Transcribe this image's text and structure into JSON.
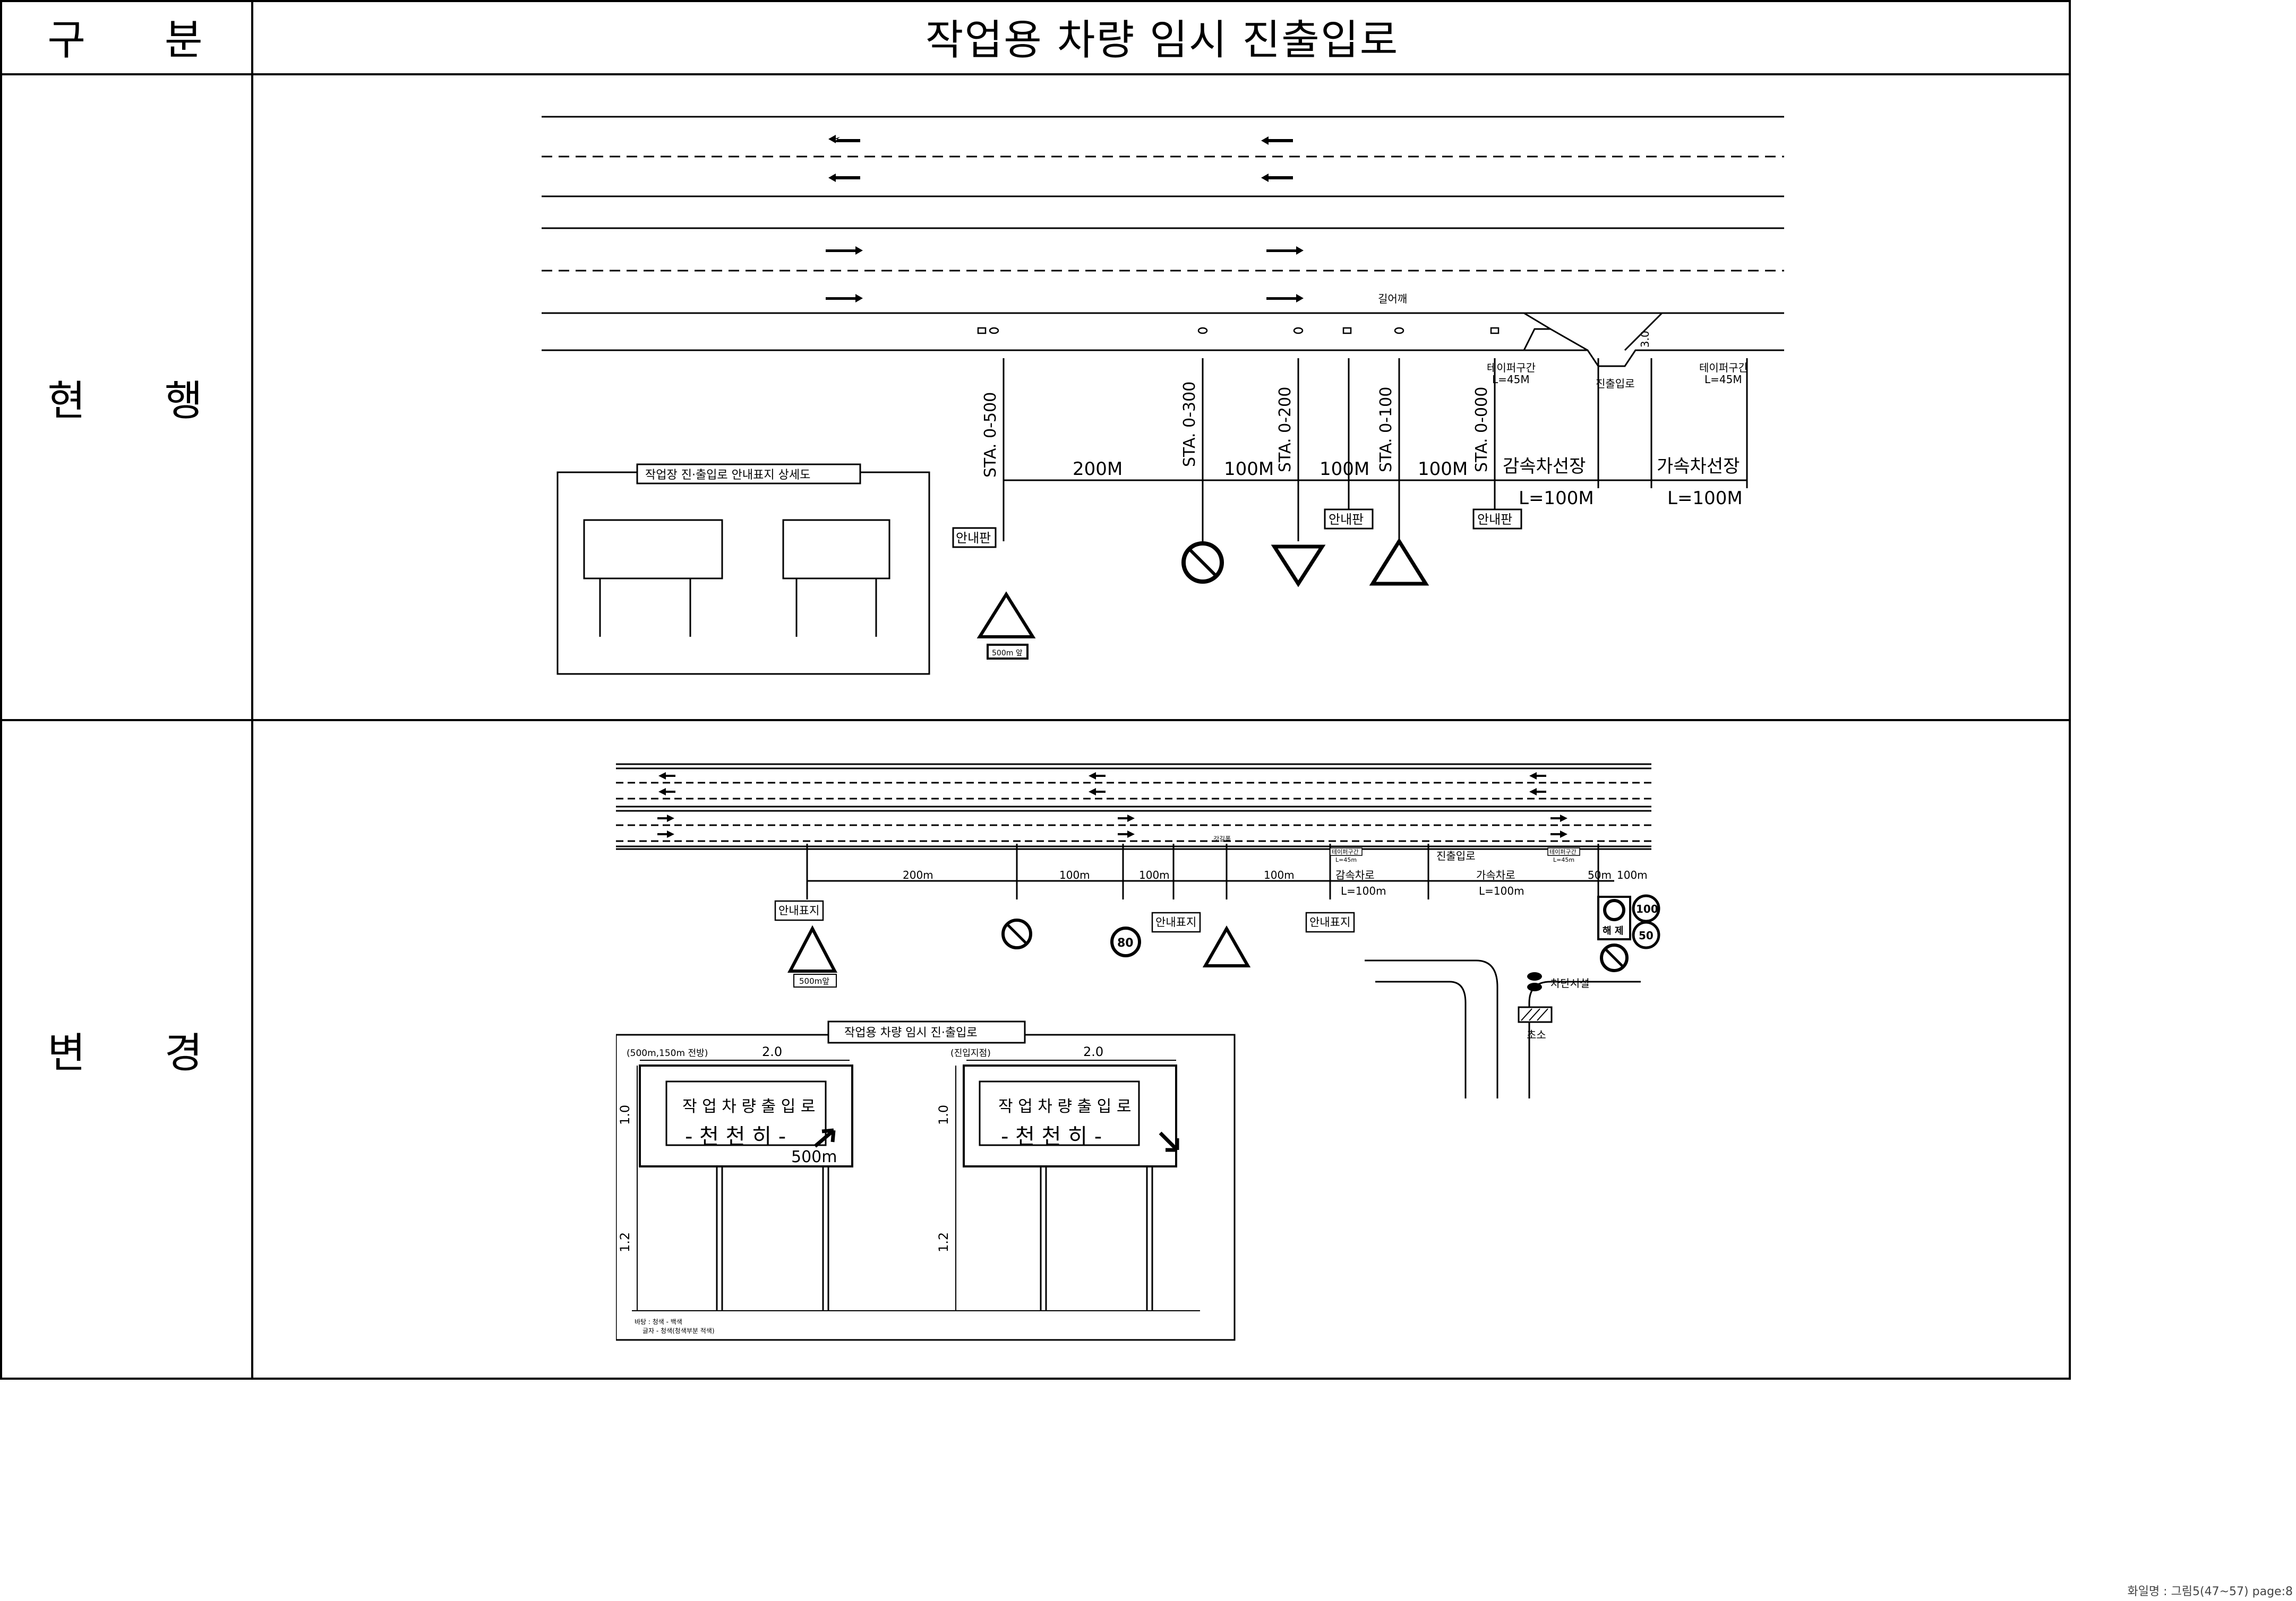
{
  "table": {
    "header_left": "구 분",
    "header_right": "작업용 차량 임시 진출입로",
    "row1_label": "현 행",
    "row2_label": "변 경"
  },
  "current": {
    "stations": [
      "STA. 0-500",
      "STA. 0-300",
      "STA. 0-200",
      "STA. 0-100",
      "STA. 0-000"
    ],
    "distances": [
      "200M",
      "100M",
      "100M",
      "100M"
    ],
    "guide_sign": "안내판",
    "decel_lane": "감속차선장",
    "decel_len": "L=100M",
    "accel_lane": "가속차선장",
    "accel_len": "L=100M",
    "entrance": "진출입로",
    "taper_left": "테이퍼구간",
    "taper_left_len": "L=45M",
    "taper_right": "테이퍼구간",
    "taper_right_len": "L=45M",
    "shoulder": "길어깨",
    "shoulder_w": "3.0",
    "detail_title": "작업장 진·출입로 안내표지 상세도",
    "sign_plate": "500m 앞"
  },
  "changed": {
    "distances": [
      "200m",
      "100m",
      "100m",
      "100m"
    ],
    "guide_sign": "안내표지",
    "decel_lane": "감속차로",
    "decel_len": "L=100m",
    "accel_lane": "가속차로",
    "accel_len": "L=100m",
    "entrance": "진출입로",
    "after_50": "50m",
    "after_100": "100m",
    "taper": "테이퍼구간",
    "taper_len": "L=45m",
    "shoulder": "갓길폭",
    "sign_plate": "500m앞",
    "speed_80": "80",
    "speed_100": "100",
    "speed_50": "50",
    "release": "해 제",
    "barrier": "차단시설",
    "guard_post": "초소",
    "detail_title": "작업용 차량 임시 진·출입로",
    "left_sign_note": "(500m,150m 전방)",
    "right_sign_note": "(진입지점)",
    "width": "2.0",
    "height": "1.0",
    "post_height": "1.2",
    "sign_line1": "작 업 차 량 출 입 로",
    "sign_line2": "- 천 천 히 -",
    "sign_dist": "500m",
    "foot_note1": "바탕 : 청색 - 백색",
    "foot_note2": "글자 - 청색(청색부분 적색)"
  },
  "footer": {
    "filename": "화일명 : 그림5(47~57) page:8"
  }
}
